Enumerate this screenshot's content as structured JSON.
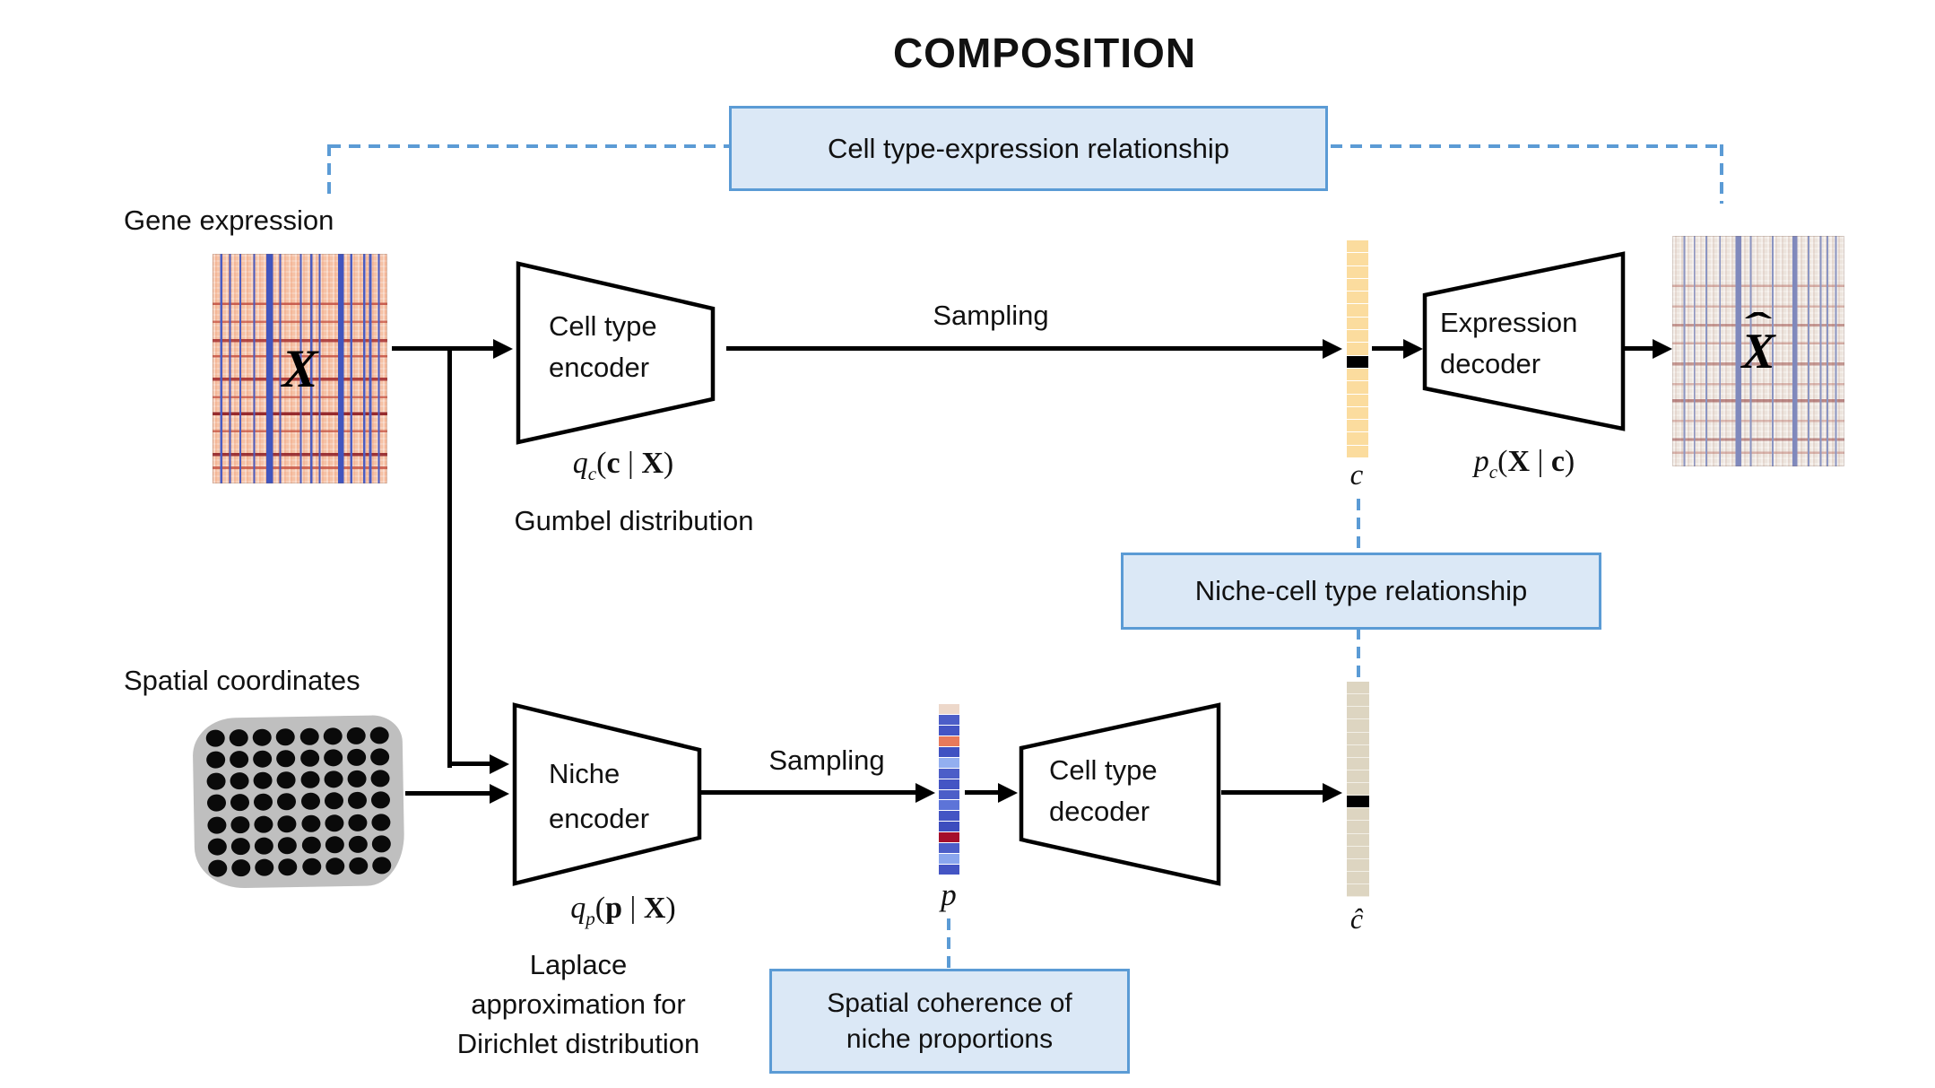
{
  "title": "COMPOSITION",
  "labels": {
    "gene_expression": "Gene expression",
    "spatial_coordinates": "Spatial coordinates",
    "gumbel": "Gumbel distribution",
    "sampling_top": "Sampling",
    "sampling_bottom": "Sampling",
    "laplace": [
      "Laplace",
      "approximation for",
      "Dirichlet distribution"
    ]
  },
  "relationship_boxes": {
    "cell_type_expression": "Cell type-expression relationship",
    "niche_cell_type": "Niche-cell type relationship",
    "spatial_coherence": [
      "Spatial coherence of",
      "niche proportions"
    ]
  },
  "blocks": {
    "cell_type_encoder": {
      "line1": "Cell type",
      "line2": "encoder"
    },
    "expression_decoder": {
      "line1": "Expression",
      "line2": "decoder"
    },
    "niche_encoder": {
      "line1": "Niche",
      "line2": "encoder"
    },
    "cell_type_decoder": {
      "line1": "Cell type",
      "line2": "decoder"
    }
  },
  "formulas": {
    "qc": {
      "fn": "q",
      "sub": "c",
      "open": "(",
      "arg": "c",
      "bar": " | ",
      "given": "X",
      "close": ")"
    },
    "qp": {
      "fn": "q",
      "sub": "p",
      "open": "(",
      "arg": "p",
      "bar": " | ",
      "given": "X",
      "close": ")"
    },
    "pc": {
      "fn": "p",
      "sub": "c",
      "open": "(",
      "arg": "X",
      "bar": " | ",
      "given": "c",
      "close": ")"
    }
  },
  "symbols": {
    "x_input": "X",
    "x_hat_base": "X",
    "hat": "ˆ",
    "c": "c",
    "p": "p",
    "c_hat": "ĉ"
  },
  "vectors": {
    "c": {
      "cells": 17,
      "black_index": 9,
      "fill": "#FBDC9E"
    },
    "c_hat": {
      "cells": 17,
      "black_index": 9,
      "fill": "#DDD5C1"
    },
    "p": {
      "cell_colors": [
        "#EDD8CA",
        "#4C5EC8",
        "#4455C4",
        "#E87A5B",
        "#4052C2",
        "#93AFF0",
        "#4C5EC8",
        "#4455C4",
        "#4C5EC8",
        "#5D74D8",
        "#4455C4",
        "#3D4DBE",
        "#A50E2B",
        "#4C5EC8",
        "#8AA6EE",
        "#4455C4"
      ]
    }
  },
  "spatial_grid": {
    "rows": 7,
    "cols": 8,
    "dot_color": "#0a0a0a",
    "blob_color": "#BFBFBF"
  },
  "colors": {
    "accent_blue": "#5B9BD5",
    "box_fill": "#DBE8F6",
    "arrow_black": "#000000",
    "c_yellow": "#FBDC9E",
    "c_hat_beige": "#DDD5C1"
  }
}
